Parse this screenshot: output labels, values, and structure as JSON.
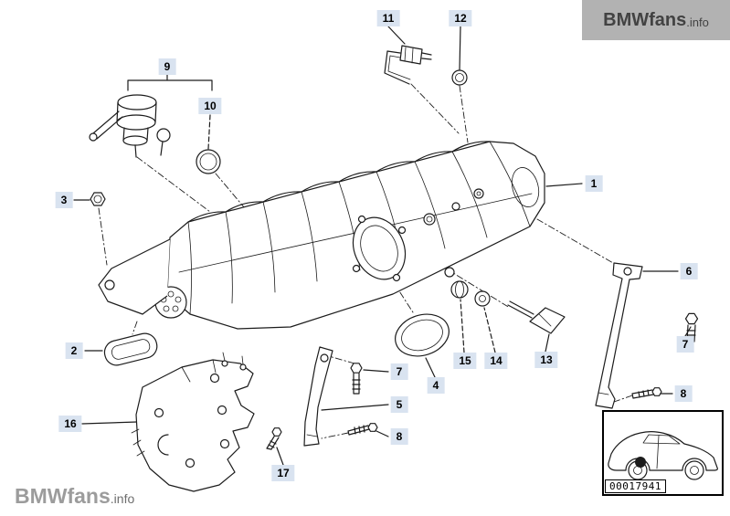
{
  "brand": {
    "top": {
      "bold": "BMWfans",
      "suffix": ".info"
    },
    "bottom": {
      "bold": "BMWfans",
      "suffix": ".info"
    }
  },
  "diagram": {
    "image_code": "00017941",
    "callouts": [
      {
        "label": "11"
      },
      {
        "label": "12"
      },
      {
        "label": "9"
      },
      {
        "label": "10"
      },
      {
        "label": "3"
      },
      {
        "label": "1"
      },
      {
        "label": "6"
      },
      {
        "label": "2"
      },
      {
        "label": "7"
      },
      {
        "label": "15"
      },
      {
        "label": "14"
      },
      {
        "label": "13"
      },
      {
        "label": "7"
      },
      {
        "label": "4"
      },
      {
        "label": "8"
      },
      {
        "label": "5"
      },
      {
        "label": "16"
      },
      {
        "label": "8"
      },
      {
        "label": "17"
      }
    ]
  },
  "colors": {
    "callout_bg": "#d9e3f0",
    "logo_block_bg": "#b2b2b2",
    "logo_gray": "#9c9c9c",
    "line_color": "#1c1c1c"
  }
}
